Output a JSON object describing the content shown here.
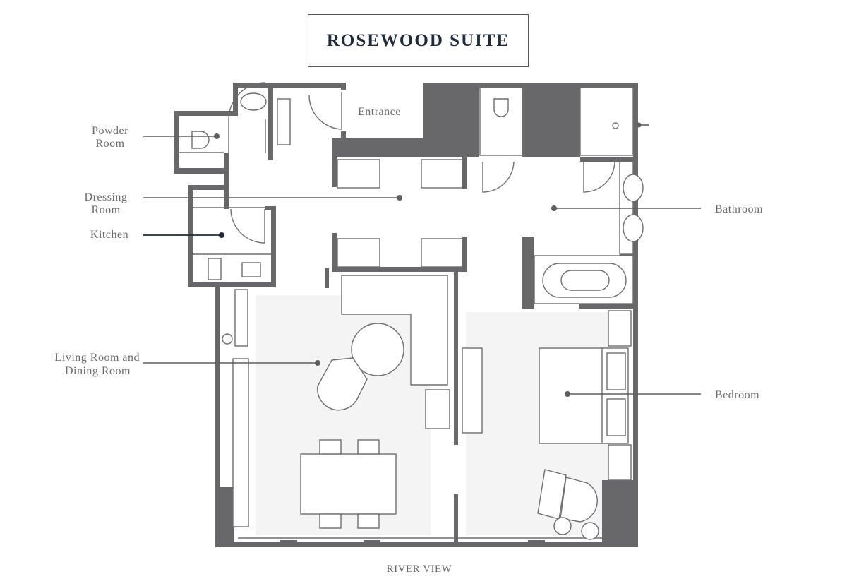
{
  "title": "ROSEWOOD SUITE",
  "labels": {
    "powder_room": [
      "Powder",
      "Room"
    ],
    "dressing_room": [
      "Dressing",
      "Room"
    ],
    "kitchen": "Kitchen",
    "living_dining": [
      "Living Room and",
      "Dining Room"
    ],
    "entrance": "Entrance",
    "bathroom": "Bathroom",
    "bedroom": "Bedroom",
    "river_view": "RIVER VIEW"
  },
  "colors": {
    "wall": "#68686b",
    "title": "#1f2b3c",
    "kitchen_leader": "#1f2b3c"
  }
}
